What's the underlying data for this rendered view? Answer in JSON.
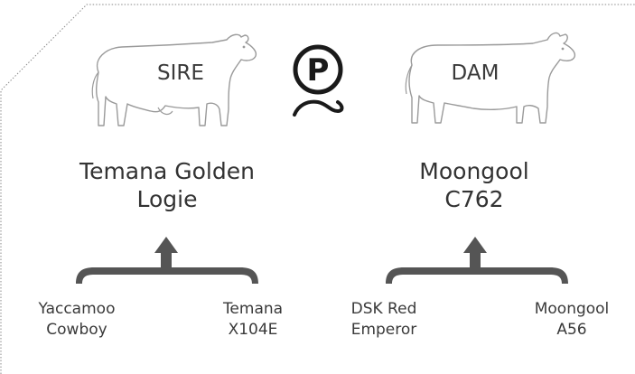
{
  "sire": {
    "tag": "SIRE",
    "name_line1": "Temana Golden",
    "name_line2": "Logie",
    "parents": [
      {
        "line1": "Yaccamoo",
        "line2": "Cowboy"
      },
      {
        "line1": "Temana",
        "line2": "X104E"
      }
    ]
  },
  "dam": {
    "tag": "DAM",
    "name_line1": "Moongool",
    "name_line2": "C762",
    "parents": [
      {
        "line1": "DSK Red",
        "line2": "Emperor"
      },
      {
        "line1": "Moongool",
        "line2": "A56"
      }
    ]
  },
  "polled_icon": {
    "letter": "P",
    "name": "polled-icon"
  },
  "colors": {
    "bracket": "#555555",
    "outline": "#9a9a9a",
    "text": "#333333"
  }
}
